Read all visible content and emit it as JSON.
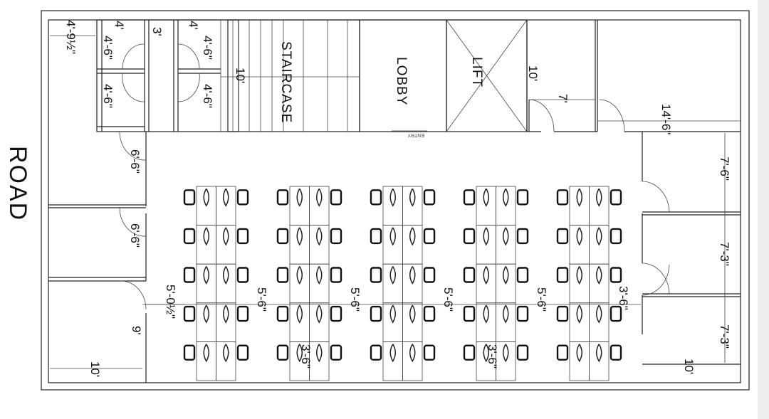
{
  "road_label": "ROAD",
  "rooms": {
    "staircase": "STAIRCASE",
    "lobby": "LOBBY",
    "lift": "LIFT",
    "entry": "ENTRY"
  },
  "dimensions": {
    "top_left_width": "4'-9½\"",
    "toilet_w1": "4'",
    "toilet_w2": "4'",
    "passage": "3'",
    "toilet_h1": "4'-6\"",
    "toilet_h2": "4'-6\"",
    "toilet_h3": "4'-6\"",
    "toilet_h4": "4'-6\"",
    "stair_depth": "10'",
    "lift_depth": "10'",
    "cabin_width": "7'",
    "right_room_depth": "14'-6\"",
    "left_room_1": "6'-6\"",
    "left_room_2": "6'-6\"",
    "left_gap": "5'-0½\"",
    "left_room_3": "9'",
    "left_bottom": "10'",
    "aisle_1": "5'-6\"",
    "aisle_2": "5'-6\"",
    "aisle_3": "5'-6\"",
    "aisle_4": "5'-6\"",
    "desk_right_gap": "3'-6\"",
    "desk_depth_1": "3'-6\"",
    "desk_depth_2": "3'-6\"",
    "right_room_1": "7'-6\"",
    "right_room_2": "7'-3\"",
    "right_room_3": "7'-3\"",
    "right_bottom": "10'"
  },
  "workstations": {
    "clusters": 5,
    "rows": 5,
    "seats_per_row": 4
  }
}
